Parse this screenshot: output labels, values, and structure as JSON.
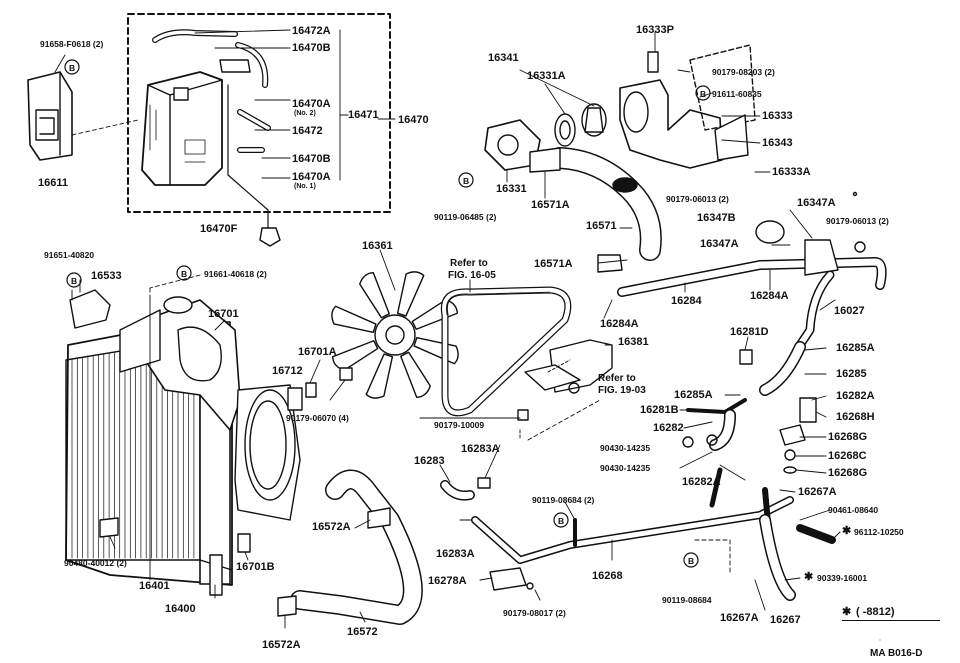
{
  "diagram_id": "MA B016-D",
  "references": {
    "fig_16_05": {
      "line1": "Refer to",
      "line2": "FIG. 16-05"
    },
    "fig_19_03": {
      "line1": "Refer to",
      "line2": "FIG. 19-03"
    }
  },
  "footnote": {
    "mark": "✱",
    "text": "(      -8812)"
  },
  "colors": {
    "ink": "#111111",
    "paper": "#ffffff"
  },
  "labels": {
    "p91658": "91658-F0618 (2)",
    "p16472A": "16472A",
    "p16470B_top": "16470B",
    "p16470A_2": "16470A",
    "no2": "(No. 2)",
    "p16471": "16471",
    "p16470": "16470",
    "p16472": "16472",
    "p16470B_bot": "16470B",
    "p16470A_1": "16470A",
    "no1": "(No. 1)",
    "p16611": "16611",
    "p16470F": "16470F",
    "p16341": "16341",
    "p16331A": "16331A",
    "p16333P": "16333P",
    "p90179_08203": "90179-08203 (2)",
    "p91611": "91611-60835",
    "p16333": "16333",
    "p16343": "16343",
    "p16333A": "16333A",
    "p16331": "16331",
    "p16571A_a": "16571A",
    "p90119_06485": "90119-06485 (2)",
    "p90179_06013a": "90179-06013 (2)",
    "p16347B": "16347B",
    "p16347A_a": "16347A",
    "p90179_06013b": "90179-06013 (2)",
    "p16347A_b": "16347A",
    "p16571": "16571",
    "p16571A_b": "16571A",
    "p16284": "16284",
    "p16284A_a": "16284A",
    "p16027": "16027",
    "p16284A_b": "16284A",
    "p91651": "91651-40820",
    "p16533": "16533",
    "p91661": "91661-40618 (2)",
    "p16361": "16361",
    "p16701": "16701",
    "p16701A": "16701A",
    "p16712": "16712",
    "p90179_06070": "90179-06070 (4)",
    "p16381": "16381",
    "p90179_10009": "90179-10009",
    "p16281D": "16281D",
    "p16285A_a": "16285A",
    "p16285": "16285",
    "p16285A_b": "16285A",
    "p16281B": "16281B",
    "p16282A_a": "16282A",
    "p16268H": "16268H",
    "p16282": "16282",
    "p16268G_a": "16268G",
    "p90430_a": "90430-14235",
    "p16268C": "16268C",
    "p90430_b": "90430-14235",
    "p16268G_b": "16268G",
    "p16283": "16283",
    "p16283A_a": "16283A",
    "p16282A_b": "16282A",
    "p16267A_a": "16267A",
    "p90119_08684a": "90119-08684 (2)",
    "p90461": "90461-08640",
    "p96112": "96112-10250",
    "p16572A_a": "16572A",
    "p16283A_b": "16283A",
    "p90480": "90480-40012 (2)",
    "p16701B": "16701B",
    "p16401": "16401",
    "p16400": "16400",
    "p16278A": "16278A",
    "p16268": "16268",
    "p90339": "90339-16001",
    "p90179_08017": "90179-08017 (2)",
    "p90119_08684b": "90119-08684",
    "p16267A_b": "16267A",
    "p16267": "16267",
    "p16572": "16572",
    "p16572A_b": "16572A"
  },
  "bolt_mark": "B"
}
